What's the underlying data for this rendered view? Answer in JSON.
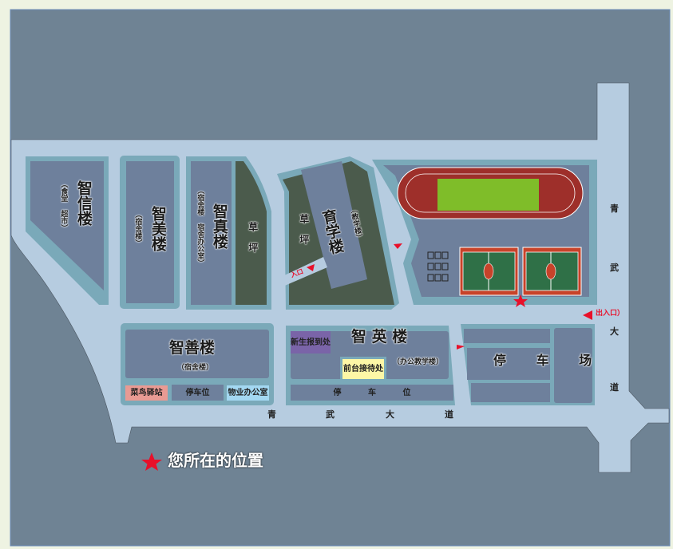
{
  "buildings": {
    "zhixin": {
      "name": "智信楼",
      "note": "（食堂 超市）"
    },
    "zhimei": {
      "name": "智美楼",
      "note": "（宿舍楼）"
    },
    "zhizhen": {
      "name": "智真楼",
      "note": "（宿舍楼 宿舍办公室）"
    },
    "yuxue": {
      "name": "育学楼",
      "note": "（教学楼）"
    },
    "zhishan": {
      "name": "智善楼",
      "note": "（宿舍楼）"
    },
    "zhiying": {
      "name": "智 英 楼",
      "note": "（办公教学楼）"
    }
  },
  "grass_labels": [
    "草 坪",
    "草 坪"
  ],
  "entrance_label": "入口",
  "exit_entrance_label": "出入口）",
  "rooms": {
    "cainiao": "菜鸟驿站",
    "parking_small": "停车位",
    "property_office": "物业办公室",
    "registration": "新生报到处",
    "reception": "前台接待处",
    "parking_long": "停 车 位"
  },
  "parking_lot": "停 车 场",
  "roads": {
    "bottom": [
      "青",
      "武",
      "大",
      "道"
    ],
    "right": [
      "青",
      "武",
      "大",
      "道"
    ]
  },
  "legend": {
    "label": "您所在的位置"
  },
  "colors": {
    "marker": "#e8102a",
    "reception": "#fdf7a6",
    "registration": "#7a64a8",
    "cainiao": "#e89a93",
    "property": "#a3d8f2"
  }
}
